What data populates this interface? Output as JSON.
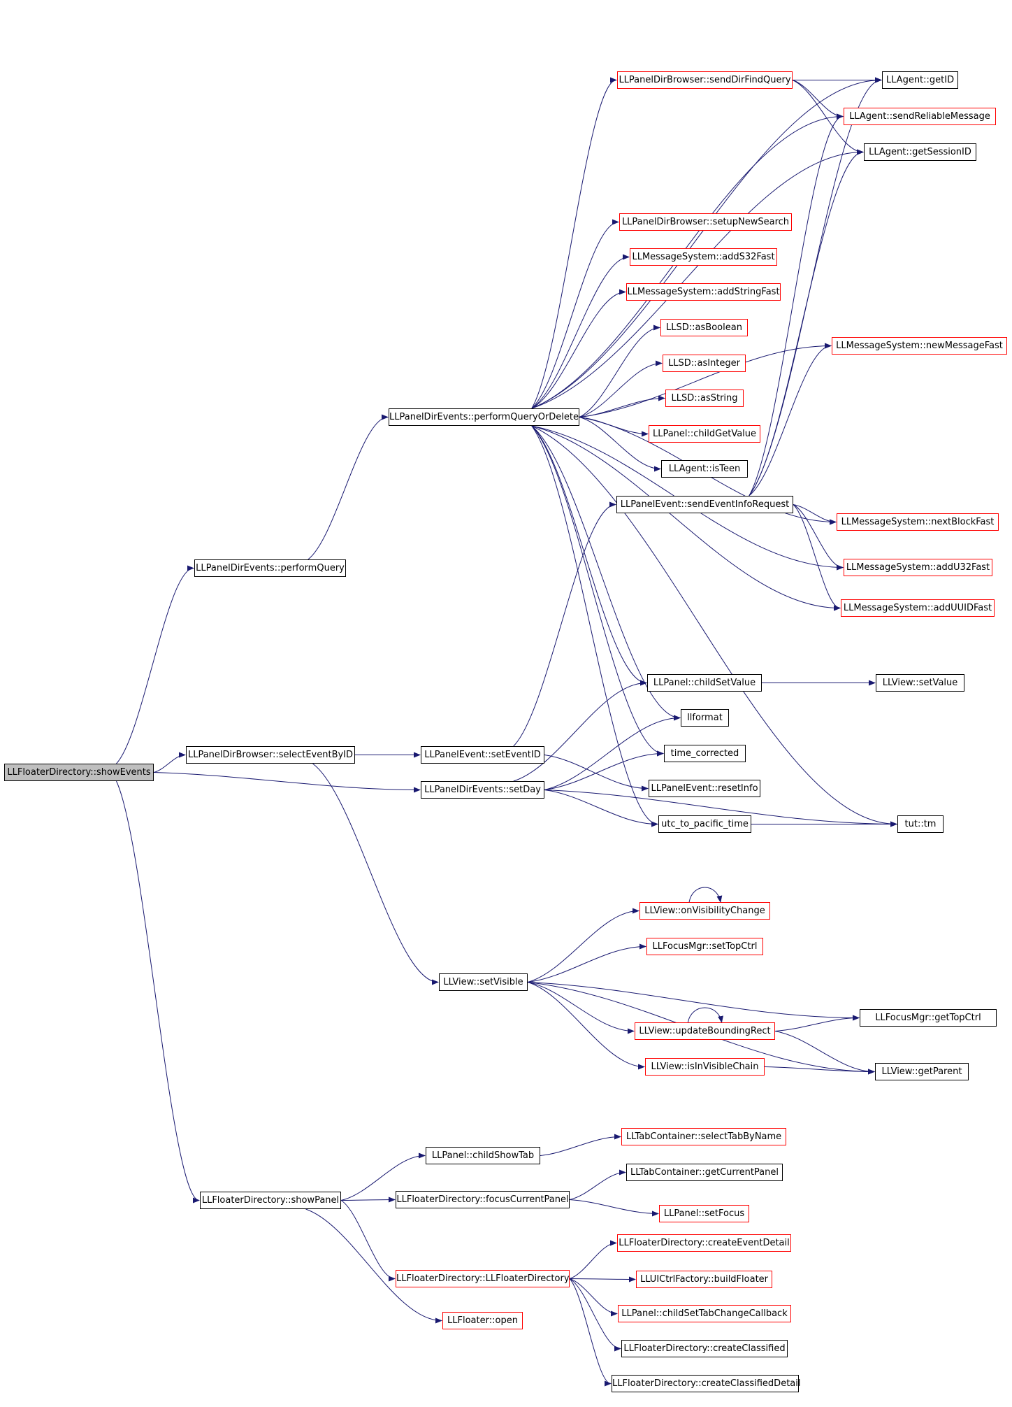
{
  "graph": {
    "colors": {
      "edge": "#191970",
      "root_fill": "#bfbfbf",
      "truncated_border": "#ff0000",
      "normal_border": "#000000"
    },
    "nodes": {
      "showEvents": {
        "label": "LLFloaterDirectory::showEvents",
        "style": "root"
      },
      "performQuery": {
        "label": "LLPanelDirEvents::performQuery",
        "style": "normal"
      },
      "selectEventByID": {
        "label": "LLPanelDirBrowser::selectEventByID",
        "style": "normal"
      },
      "showPanel": {
        "label": "LLFloaterDirectory::showPanel",
        "style": "normal"
      },
      "performQueryOrDelete": {
        "label": "LLPanelDirEvents::performQueryOrDelete",
        "style": "normal"
      },
      "setEventID": {
        "label": "LLPanelEvent::setEventID",
        "style": "normal"
      },
      "setDay": {
        "label": "LLPanelDirEvents::setDay",
        "style": "normal"
      },
      "setVisible": {
        "label": "LLView::setVisible",
        "style": "normal"
      },
      "childShowTab": {
        "label": "LLPanel::childShowTab",
        "style": "normal"
      },
      "focusCurrentPanel": {
        "label": "LLFloaterDirectory::focusCurrentPanel",
        "style": "normal"
      },
      "ctorFloaterDirectory": {
        "label": "LLFloaterDirectory::LLFloaterDirectory",
        "style": "red"
      },
      "floaterOpen": {
        "label": "LLFloater::open",
        "style": "red"
      },
      "sendDirFindQuery": {
        "label": "LLPanelDirBrowser::sendDirFindQuery",
        "style": "red"
      },
      "setupNewSearch": {
        "label": "LLPanelDirBrowser::setupNewSearch",
        "style": "red"
      },
      "addS32Fast": {
        "label": "LLMessageSystem::addS32Fast",
        "style": "red"
      },
      "addStringFast": {
        "label": "LLMessageSystem::addStringFast",
        "style": "red"
      },
      "asBoolean": {
        "label": "LLSD::asBoolean",
        "style": "red"
      },
      "asInteger": {
        "label": "LLSD::asInteger",
        "style": "red"
      },
      "asString": {
        "label": "LLSD::asString",
        "style": "red"
      },
      "childGetValue": {
        "label": "LLPanel::childGetValue",
        "style": "red"
      },
      "isTeen": {
        "label": "LLAgent::isTeen",
        "style": "normal"
      },
      "sendEventInfoRequest": {
        "label": "LLPanelEvent::sendEventInfoRequest",
        "style": "normal"
      },
      "childSetValue": {
        "label": "LLPanel::childSetValue",
        "style": "normal"
      },
      "llformat": {
        "label": "llformat",
        "style": "normal"
      },
      "timeCorrected": {
        "label": "time_corrected",
        "style": "normal"
      },
      "resetInfo": {
        "label": "LLPanelEvent::resetInfo",
        "style": "normal"
      },
      "utcToPacific": {
        "label": "utc_to_pacific_time",
        "style": "normal"
      },
      "onVisibilityChange": {
        "label": "LLView::onVisibilityChange",
        "style": "red"
      },
      "setTopCtrl": {
        "label": "LLFocusMgr::setTopCtrl",
        "style": "red"
      },
      "updateBoundingRect": {
        "label": "LLView::updateBoundingRect",
        "style": "red"
      },
      "isInVisibleChain": {
        "label": "LLView::isInVisibleChain",
        "style": "red"
      },
      "selectTabByName": {
        "label": "LLTabContainer::selectTabByName",
        "style": "red"
      },
      "getCurrentPanel": {
        "label": "LLTabContainer::getCurrentPanel",
        "style": "normal"
      },
      "setFocus": {
        "label": "LLPanel::setFocus",
        "style": "red"
      },
      "createEventDetail": {
        "label": "LLFloaterDirectory::createEventDetail",
        "style": "red"
      },
      "buildFloater": {
        "label": "LLUICtrlFactory::buildFloater",
        "style": "red"
      },
      "childSetTabChangeCallback": {
        "label": "LLPanel::childSetTabChangeCallback",
        "style": "red"
      },
      "createClassified": {
        "label": "LLFloaterDirectory::createClassified",
        "style": "normal"
      },
      "createClassifiedDetail": {
        "label": "LLFloaterDirectory::createClassifiedDetail",
        "style": "normal"
      },
      "getID": {
        "label": "LLAgent::getID",
        "style": "normal"
      },
      "sendReliableMessage": {
        "label": "LLAgent::sendReliableMessage",
        "style": "red"
      },
      "getSessionID": {
        "label": "LLAgent::getSessionID",
        "style": "normal"
      },
      "newMessageFast": {
        "label": "LLMessageSystem::newMessageFast",
        "style": "red"
      },
      "nextBlockFast": {
        "label": "LLMessageSystem::nextBlockFast",
        "style": "red"
      },
      "addU32Fast": {
        "label": "LLMessageSystem::addU32Fast",
        "style": "red"
      },
      "addUUIDFast": {
        "label": "LLMessageSystem::addUUIDFast",
        "style": "red"
      },
      "setValue": {
        "label": "LLView::setValue",
        "style": "normal"
      },
      "tutTm": {
        "label": "tut::tm",
        "style": "normal"
      },
      "getTopCtrl": {
        "label": "LLFocusMgr::getTopCtrl",
        "style": "normal"
      },
      "getParent": {
        "label": "LLView::getParent",
        "style": "normal"
      }
    },
    "edges": [
      [
        "showEvents",
        "performQuery"
      ],
      [
        "showEvents",
        "selectEventByID"
      ],
      [
        "showEvents",
        "setDay"
      ],
      [
        "showEvents",
        "showPanel"
      ],
      [
        "performQuery",
        "performQueryOrDelete"
      ],
      [
        "selectEventByID",
        "setEventID"
      ],
      [
        "selectEventByID",
        "setVisible"
      ],
      [
        "performQueryOrDelete",
        "sendDirFindQuery"
      ],
      [
        "performQueryOrDelete",
        "getID"
      ],
      [
        "performQueryOrDelete",
        "sendReliableMessage"
      ],
      [
        "performQueryOrDelete",
        "getSessionID"
      ],
      [
        "performQueryOrDelete",
        "newMessageFast"
      ],
      [
        "performQueryOrDelete",
        "setupNewSearch"
      ],
      [
        "performQueryOrDelete",
        "addS32Fast"
      ],
      [
        "performQueryOrDelete",
        "addStringFast"
      ],
      [
        "performQueryOrDelete",
        "asBoolean"
      ],
      [
        "performQueryOrDelete",
        "asInteger"
      ],
      [
        "performQueryOrDelete",
        "asString"
      ],
      [
        "performQueryOrDelete",
        "childGetValue"
      ],
      [
        "performQueryOrDelete",
        "isTeen"
      ],
      [
        "performQueryOrDelete",
        "nextBlockFast"
      ],
      [
        "performQueryOrDelete",
        "addU32Fast"
      ],
      [
        "performQueryOrDelete",
        "addUUIDFast"
      ],
      [
        "performQueryOrDelete",
        "childSetValue"
      ],
      [
        "performQueryOrDelete",
        "llformat"
      ],
      [
        "performQueryOrDelete",
        "timeCorrected"
      ],
      [
        "performQueryOrDelete",
        "utcToPacific"
      ],
      [
        "performQueryOrDelete",
        "tutTm"
      ],
      [
        "sendDirFindQuery",
        "getID"
      ],
      [
        "sendDirFindQuery",
        "sendReliableMessage"
      ],
      [
        "sendDirFindQuery",
        "getSessionID"
      ],
      [
        "sendEventInfoRequest",
        "getID"
      ],
      [
        "sendEventInfoRequest",
        "sendReliableMessage"
      ],
      [
        "sendEventInfoRequest",
        "getSessionID"
      ],
      [
        "sendEventInfoRequest",
        "newMessageFast"
      ],
      [
        "sendEventInfoRequest",
        "nextBlockFast"
      ],
      [
        "sendEventInfoRequest",
        "addU32Fast"
      ],
      [
        "sendEventInfoRequest",
        "addUUIDFast"
      ],
      [
        "setEventID",
        "sendEventInfoRequest"
      ],
      [
        "setEventID",
        "resetInfo"
      ],
      [
        "setDay",
        "childSetValue"
      ],
      [
        "setDay",
        "llformat"
      ],
      [
        "setDay",
        "timeCorrected"
      ],
      [
        "setDay",
        "utcToPacific"
      ],
      [
        "setDay",
        "tutTm"
      ],
      [
        "childSetValue",
        "setValue"
      ],
      [
        "utcToPacific",
        "tutTm"
      ],
      [
        "setVisible",
        "onVisibilityChange"
      ],
      [
        "setVisible",
        "setTopCtrl"
      ],
      [
        "setVisible",
        "getTopCtrl"
      ],
      [
        "setVisible",
        "updateBoundingRect"
      ],
      [
        "setVisible",
        "isInVisibleChain"
      ],
      [
        "setVisible",
        "getParent"
      ],
      [
        "onVisibilityChange",
        "onVisibilityChange"
      ],
      [
        "updateBoundingRect",
        "updateBoundingRect"
      ],
      [
        "updateBoundingRect",
        "getTopCtrl"
      ],
      [
        "updateBoundingRect",
        "getParent"
      ],
      [
        "isInVisibleChain",
        "getParent"
      ],
      [
        "showPanel",
        "childShowTab"
      ],
      [
        "showPanel",
        "focusCurrentPanel"
      ],
      [
        "showPanel",
        "ctorFloaterDirectory"
      ],
      [
        "showPanel",
        "floaterOpen"
      ],
      [
        "childShowTab",
        "selectTabByName"
      ],
      [
        "focusCurrentPanel",
        "getCurrentPanel"
      ],
      [
        "focusCurrentPanel",
        "setFocus"
      ],
      [
        "ctorFloaterDirectory",
        "createEventDetail"
      ],
      [
        "ctorFloaterDirectory",
        "buildFloater"
      ],
      [
        "ctorFloaterDirectory",
        "childSetTabChangeCallback"
      ],
      [
        "ctorFloaterDirectory",
        "createClassified"
      ],
      [
        "ctorFloaterDirectory",
        "createClassifiedDetail"
      ]
    ]
  }
}
